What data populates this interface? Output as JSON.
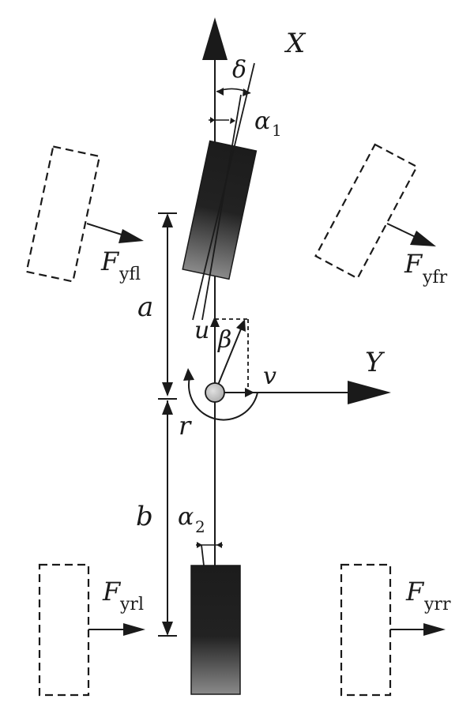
{
  "axes": {
    "x_label": "X",
    "y_label": "Y"
  },
  "angles": {
    "steer": "δ",
    "slip_front_sym": "α",
    "slip_front_sub": "1",
    "slip_rear_sym": "α",
    "slip_rear_sub": "2",
    "sideslip": "β"
  },
  "velocities": {
    "longitudinal": "u",
    "lateral": "v",
    "yaw_rate": "r"
  },
  "distances": {
    "front": "a",
    "rear": "b"
  },
  "forces": {
    "front_left": {
      "sym": "F",
      "sub": "yfl"
    },
    "front_right": {
      "sym": "F",
      "sub": "yfr"
    },
    "rear_left": {
      "sym": "F",
      "sub": "yrl"
    },
    "rear_right": {
      "sym": "F",
      "sub": "yrr"
    }
  },
  "colors": {
    "ink": "#1a1a1a",
    "tire_dark": "#1c1c1c",
    "tire_light": "#8a8a8a",
    "cg_fill": "#c8c8c8"
  }
}
